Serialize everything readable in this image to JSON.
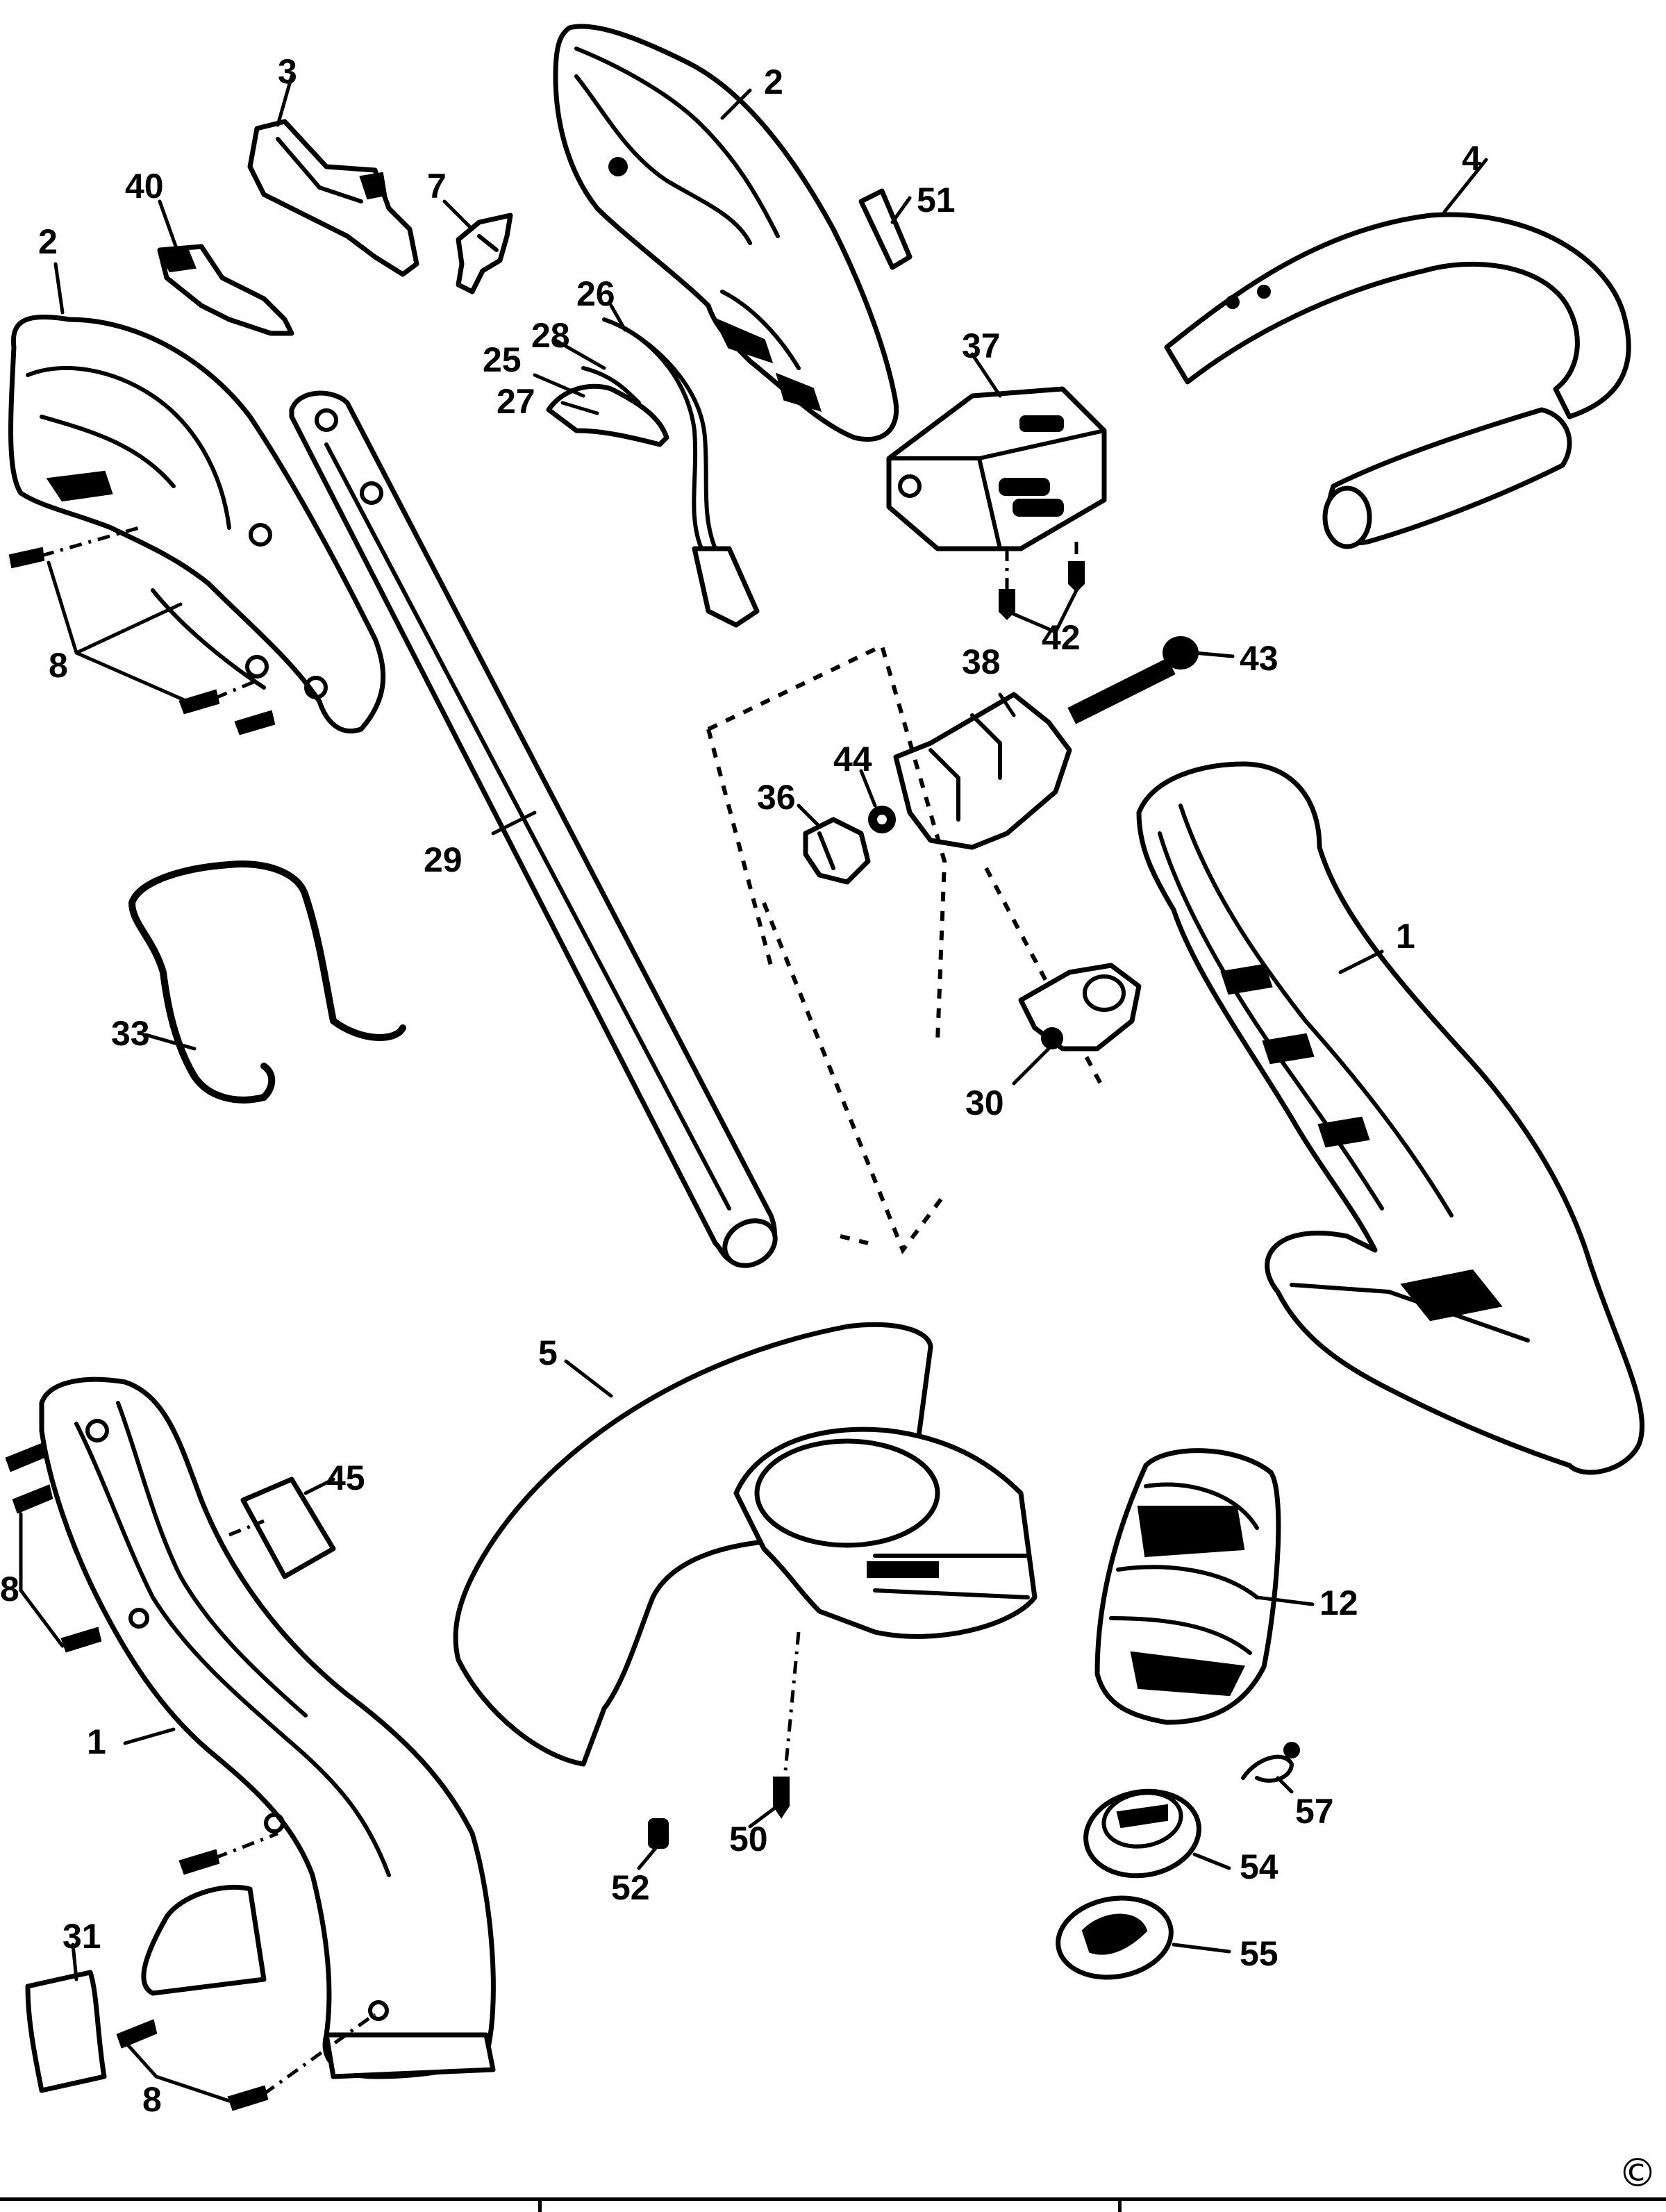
{
  "diagram": {
    "callouts": [
      {
        "id": "c1a",
        "text": "1"
      },
      {
        "id": "c1b",
        "text": "1"
      },
      {
        "id": "c2a",
        "text": "2"
      },
      {
        "id": "c2b",
        "text": "2"
      },
      {
        "id": "c3",
        "text": "3"
      },
      {
        "id": "c4",
        "text": "4"
      },
      {
        "id": "c5",
        "text": "5"
      },
      {
        "id": "c7",
        "text": "7"
      },
      {
        "id": "c8a",
        "text": "8"
      },
      {
        "id": "c8b",
        "text": "8"
      },
      {
        "id": "c8c",
        "text": "8"
      },
      {
        "id": "c12",
        "text": "12"
      },
      {
        "id": "c25",
        "text": "25"
      },
      {
        "id": "c26",
        "text": "26"
      },
      {
        "id": "c27",
        "text": "27"
      },
      {
        "id": "c28",
        "text": "28"
      },
      {
        "id": "c29",
        "text": "29"
      },
      {
        "id": "c30",
        "text": "30"
      },
      {
        "id": "c31",
        "text": "31"
      },
      {
        "id": "c33",
        "text": "33"
      },
      {
        "id": "c36",
        "text": "36"
      },
      {
        "id": "c37",
        "text": "37"
      },
      {
        "id": "c38",
        "text": "38"
      },
      {
        "id": "c40",
        "text": "40"
      },
      {
        "id": "c42",
        "text": "42"
      },
      {
        "id": "c43",
        "text": "43"
      },
      {
        "id": "c44",
        "text": "44"
      },
      {
        "id": "c45",
        "text": "45"
      },
      {
        "id": "c50",
        "text": "50"
      },
      {
        "id": "c51",
        "text": "51"
      },
      {
        "id": "c52",
        "text": "52"
      },
      {
        "id": "c54",
        "text": "54"
      },
      {
        "id": "c55",
        "text": "55"
      },
      {
        "id": "c57",
        "text": "57"
      }
    ],
    "copyright_symbol": "©"
  }
}
